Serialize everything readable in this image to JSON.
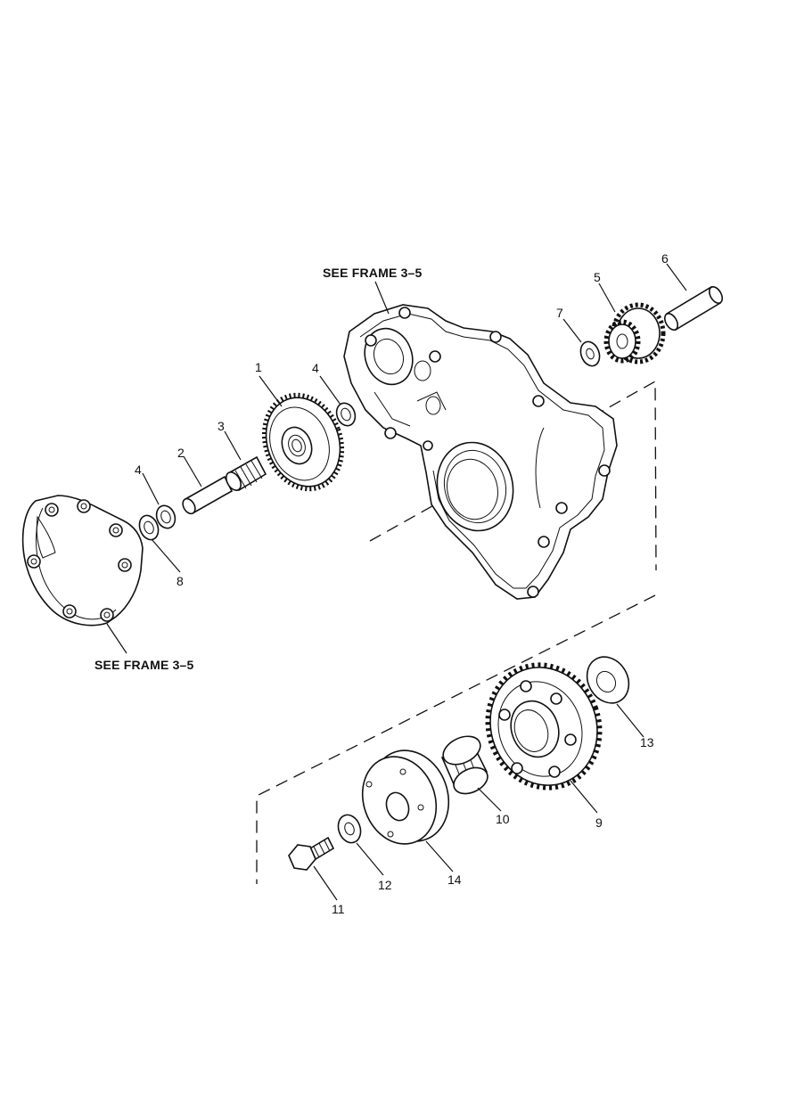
{
  "references": {
    "top": "SEE FRAME 3–5",
    "left": "SEE FRAME 3–5"
  },
  "callouts": {
    "c1": "1",
    "c2": "2",
    "c3": "3",
    "c4a": "4",
    "c4b": "4",
    "c5": "5",
    "c6": "6",
    "c7": "7",
    "c8": "8",
    "c9": "9",
    "c10": "10",
    "c11": "11",
    "c12": "12",
    "c13": "13",
    "c14": "14"
  }
}
